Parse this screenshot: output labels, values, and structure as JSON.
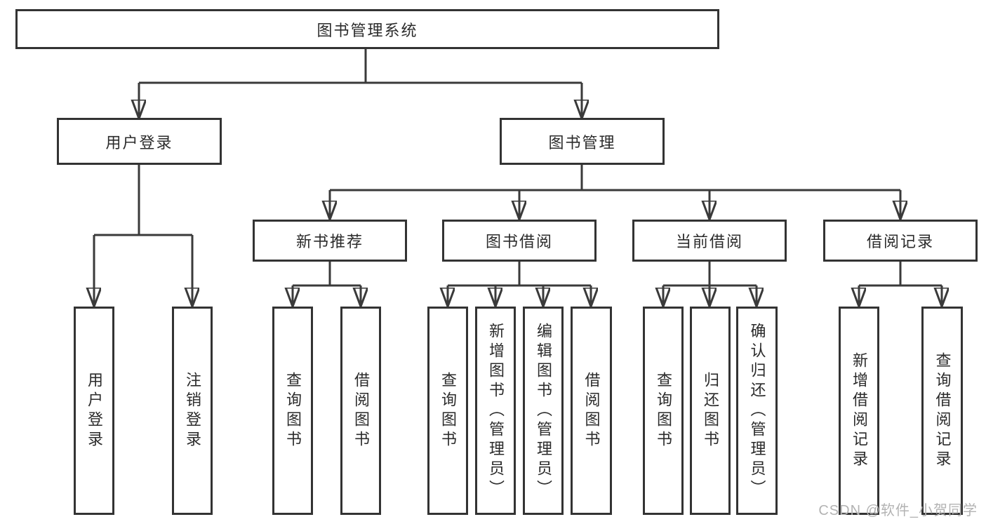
{
  "diagram": {
    "root": {
      "label": "图书管理系统"
    },
    "level2": {
      "user_login": {
        "label": "用户登录"
      },
      "book_mgmt": {
        "label": "图书管理"
      }
    },
    "level3": {
      "new_books": {
        "label": "新书推荐"
      },
      "book_borrow": {
        "label": "图书借阅"
      },
      "current_borrow": {
        "label": "当前借阅"
      },
      "borrow_records": {
        "label": "借阅记录"
      }
    },
    "leaves": {
      "user_login": [
        "用户登录",
        "注销登录"
      ],
      "new_books": [
        "查询图书",
        "借阅图书"
      ],
      "book_borrow": [
        "查询图书",
        "新增图书（管理员）",
        "编辑图书（管理员）",
        "借阅图书"
      ],
      "current_borrow": [
        "查询图书",
        "归还图书",
        "确认归还（管理员）"
      ],
      "borrow_records": [
        "新增借阅记录",
        "查询借阅记录"
      ]
    }
  },
  "watermark": {
    "text": "CSDN @软件_小贺同学"
  },
  "colors": {
    "line": "#3a3a3a",
    "border": "#333333",
    "text": "#2b2b2b",
    "watermark": "#b3b3b3",
    "background": "#ffffff"
  }
}
